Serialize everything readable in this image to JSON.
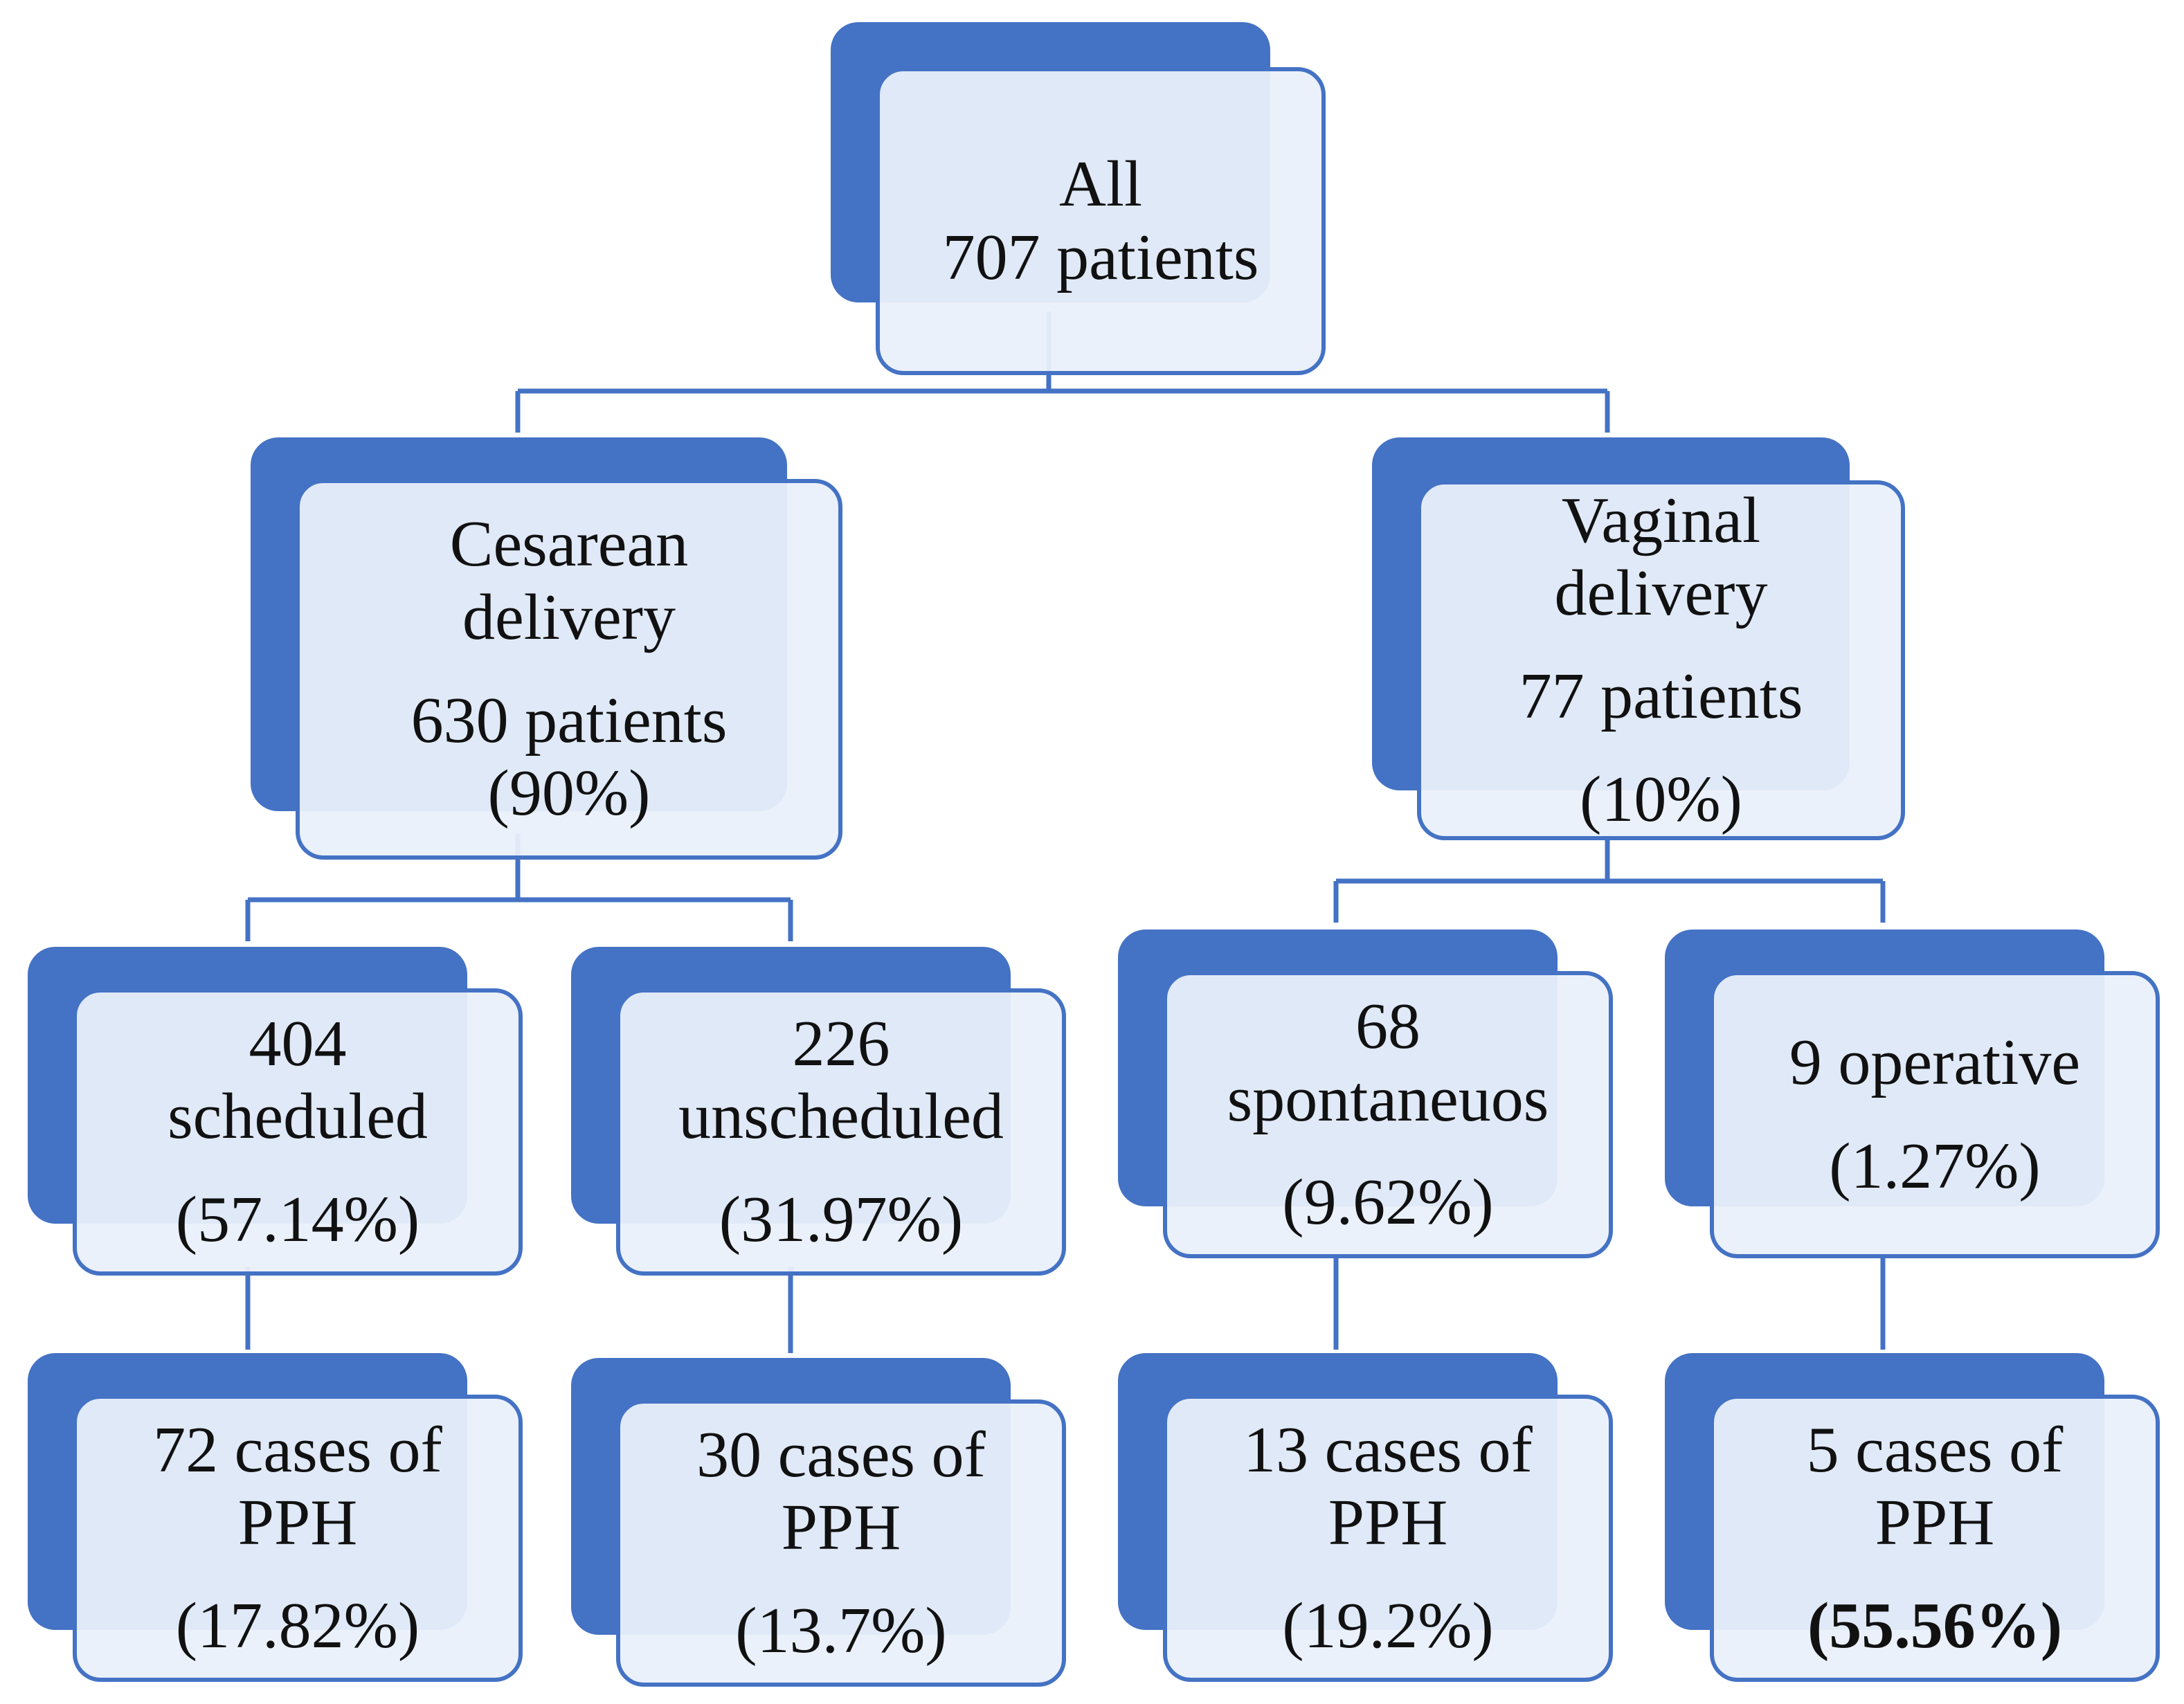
{
  "colors": {
    "accent": "#4472c4",
    "box_fill": "#eaf0fa",
    "text": "#111111"
  },
  "nodes": {
    "all": {
      "line1": "All",
      "line2": "707 patients"
    },
    "cesarean": {
      "line1": "Cesarean",
      "line2": "delivery",
      "line3": "630 patients",
      "line4": "(90%)"
    },
    "vaginal": {
      "line1": "Vaginal",
      "line2": "delivery",
      "line3": "77 patients",
      "line4": "(10%)"
    },
    "scheduled": {
      "line1": "404",
      "line2": "scheduled",
      "line3": "(57.14%)"
    },
    "unscheduled": {
      "line1": "226",
      "line2": "unscheduled",
      "line3": "(31.97%)"
    },
    "spontaneous": {
      "line1": "68",
      "line2": "spontaneuos",
      "line3": "(9.62%)"
    },
    "operative": {
      "line1": "9 operative",
      "line2": "(1.27%)"
    },
    "pph_scheduled": {
      "line1": "72 cases of",
      "line2": "PPH",
      "line3": "(17.82%)"
    },
    "pph_unscheduled": {
      "line1": "30 cases of",
      "line2": "PPH",
      "line3": "(13.7%)"
    },
    "pph_spontaneous": {
      "line1": "13 cases of",
      "line2": "PPH",
      "line3": "(19.2%)"
    },
    "pph_operative": {
      "line1": "5 cases of",
      "line2": "PPH",
      "line3": "(55.56%)"
    }
  }
}
